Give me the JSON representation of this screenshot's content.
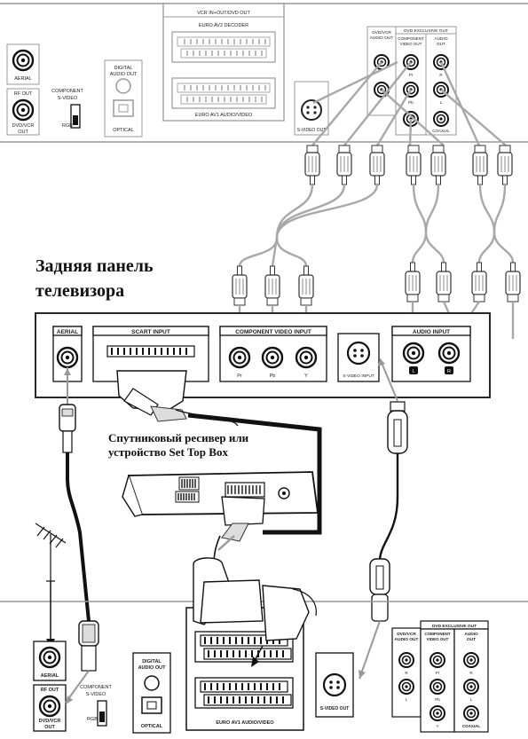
{
  "dvd_top": {
    "aerial": "AERIAL",
    "rf_out": "RF OUT",
    "dvd_vcr_out_1": "DVD/VCR",
    "dvd_vcr_out_2": "OUT",
    "component": "COMPONENT",
    "s_video_sw": "S-VIDEO",
    "rgb": "RGB",
    "digital_audio_1": "DIGITAL",
    "digital_audio_2": "AUDIO OUT",
    "optical": "OPTICAL",
    "vcr_in_out": "VCR IN+OUT/DVD OUT",
    "euro_av2": "EURO AV2 DECODER",
    "euro_av1": "EURO AV1 AUDIO/VIDEO",
    "s_video_out": "S-VIDEO OUT",
    "dvd_vcr_audio_1": "DVD/VCR",
    "dvd_vcr_audio_2": "AUDIO OUT",
    "dvd_exclusive": "DVD EXCLUSIVE OUT",
    "component_video_1": "COMPONENT",
    "component_video_2": "VIDEO OUT",
    "audio_out_1": "AUDIO",
    "audio_out_2": "OUT",
    "coaxial": "COAXIAL",
    "r": "R",
    "l": "L",
    "pr": "Pr",
    "pb": "Pb",
    "y": "Y"
  },
  "tv": {
    "title_line1": "Задняя панель",
    "title_line2": "телевизора",
    "aerial": "AERIAL",
    "scart_input": "SCART INPUT",
    "component_input": "COMPONENT VIDEO INPUT",
    "audio_input": "AUDIO INPUT",
    "s_video_input": "S-VIDEO INPUT",
    "pr": "Pr",
    "pb": "Pb",
    "y": "Y",
    "l": "L",
    "r": "R"
  },
  "stb": {
    "line1": "Спутниковый ресивер или",
    "line2": "устройство Set Top Box"
  },
  "dvd_bottom": {
    "aerial": "AERIAL",
    "rf_out": "RF OUT",
    "dvd_vcr_out_1": "DVD/VCR",
    "dvd_vcr_out_2": "OUT",
    "component": "COMPONENT",
    "s_video_sw": "S-VIDEO",
    "rgb": "RGB",
    "digital_audio_1": "DIGITAL",
    "digital_audio_2": "AUDIO OUT",
    "optical": "OPTICAL",
    "euro_av1": "EURO AV1 AUDIO/VIDEO",
    "s_video_out": "S-VIDEO OUT",
    "dvd_vcr_audio_1": "DVD/VCR",
    "dvd_vcr_audio_2": "AUDIO OUT",
    "dvd_exclusive": "DVD EXCLUSIVE OUT",
    "component_video_1": "COMPONENT",
    "component_video_2": "VIDEO OUT",
    "audio_out_1": "AUDIO",
    "audio_out_2": "OUT",
    "coaxial": "COAXIAL",
    "r": "R",
    "l": "L",
    "pr": "Pr",
    "pb": "Pb",
    "y": "Y"
  }
}
